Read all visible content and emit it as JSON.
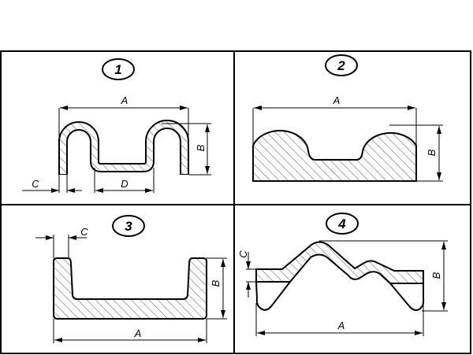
{
  "panels": [
    {
      "number": "1",
      "labels": {
        "a": "A",
        "b": "B",
        "c": "C",
        "d": "D"
      }
    },
    {
      "number": "2",
      "labels": {
        "a": "A",
        "b": "B"
      }
    },
    {
      "number": "3",
      "labels": {
        "a": "A",
        "b": "B",
        "c": "C"
      }
    },
    {
      "number": "4",
      "labels": {
        "a": "A",
        "b": "B",
        "c": "C"
      }
    }
  ]
}
